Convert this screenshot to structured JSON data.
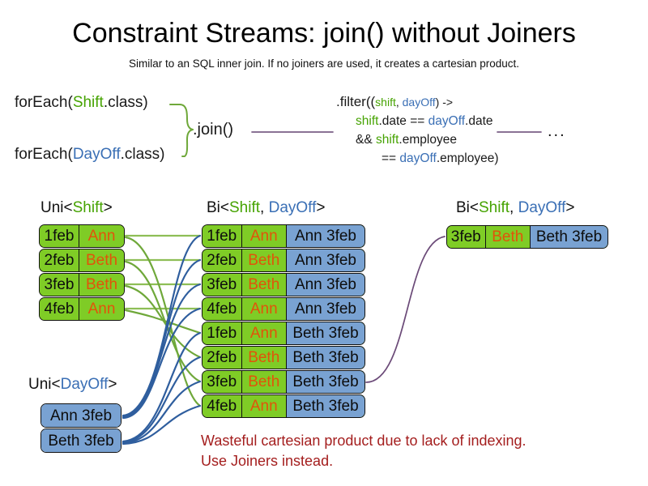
{
  "header": {
    "title": "Constraint Streams: join() without Joiners",
    "subtitle": "Similar to an SQL inner join. If no joiners are used, it creates a cartesian product."
  },
  "code": {
    "for_each_shift": {
      "prefix": "forEach(",
      "type": "Shift",
      "suffix": ".class)"
    },
    "for_each_dayoff": {
      "prefix": "forEach(",
      "type": "DayOff",
      "suffix": ".class)"
    },
    "join_label": ".join()",
    "ellipsis": "...",
    "filter": {
      "line1_a": ".filter((",
      "line1_shift": "shift",
      "line1_comma": ", ",
      "line1_dayoff": "dayOff",
      "line1_b": ") ->",
      "line2_shift": "shift",
      "line2_a": ".date == ",
      "line2_dayoff": "dayOff",
      "line2_b": ".date",
      "line3_a": "&& ",
      "line3_shift": "shift",
      "line3_b": ".employee",
      "line4_a": "== ",
      "line4_dayoff": "dayOff",
      "line4_b": ".employee)"
    }
  },
  "captions": {
    "uni_shift": {
      "prefix": "Uni<",
      "type": "Shift",
      "suffix": ">"
    },
    "uni_dayoff": {
      "prefix": "Uni<",
      "type": "DayOff",
      "suffix": ">"
    },
    "bi_mid": {
      "prefix": "Bi<",
      "type1": "Shift",
      "comma": ", ",
      "type2": "DayOff",
      "suffix": ">"
    },
    "bi_right": {
      "prefix": "Bi<",
      "type1": "Shift",
      "comma": ", ",
      "type2": "DayOff",
      "suffix": ">"
    }
  },
  "streams": {
    "uni_shift_rows": [
      {
        "date": "1feb",
        "name": "Ann"
      },
      {
        "date": "2feb",
        "name": "Beth"
      },
      {
        "date": "3feb",
        "name": "Beth"
      },
      {
        "date": "4feb",
        "name": "Ann"
      }
    ],
    "uni_dayoff_rows": [
      {
        "dayoff": "Ann 3feb"
      },
      {
        "dayoff": "Beth 3feb"
      }
    ],
    "bi_mid_rows": [
      {
        "date": "1feb",
        "name": "Ann",
        "dayoff": "Ann 3feb"
      },
      {
        "date": "2feb",
        "name": "Beth",
        "dayoff": "Ann 3feb"
      },
      {
        "date": "3feb",
        "name": "Beth",
        "dayoff": "Ann 3feb"
      },
      {
        "date": "4feb",
        "name": "Ann",
        "dayoff": "Ann 3feb"
      },
      {
        "date": "1feb",
        "name": "Ann",
        "dayoff": "Beth 3feb"
      },
      {
        "date": "2feb",
        "name": "Beth",
        "dayoff": "Beth 3feb"
      },
      {
        "date": "3feb",
        "name": "Beth",
        "dayoff": "Beth 3feb"
      },
      {
        "date": "4feb",
        "name": "Ann",
        "dayoff": "Beth 3feb"
      }
    ],
    "bi_right_rows": [
      {
        "date": "3feb",
        "name": "Beth",
        "dayoff": "Beth 3feb"
      }
    ]
  },
  "warning": {
    "line1": "Wasteful cartesian product due to lack of indexing.",
    "line2": "Use Joiners instead."
  },
  "colors": {
    "shift_green": "#7FCC26",
    "dayoff_blue": "#79A2D2",
    "name_orange": "#E2530A",
    "type_green": "#46A302",
    "type_blue": "#3A6FB5",
    "warning_red": "#A41E1E",
    "wire_green": "#6FA83A",
    "wire_blue": "#2F5E9E",
    "wire_purple": "#6B4A78"
  }
}
